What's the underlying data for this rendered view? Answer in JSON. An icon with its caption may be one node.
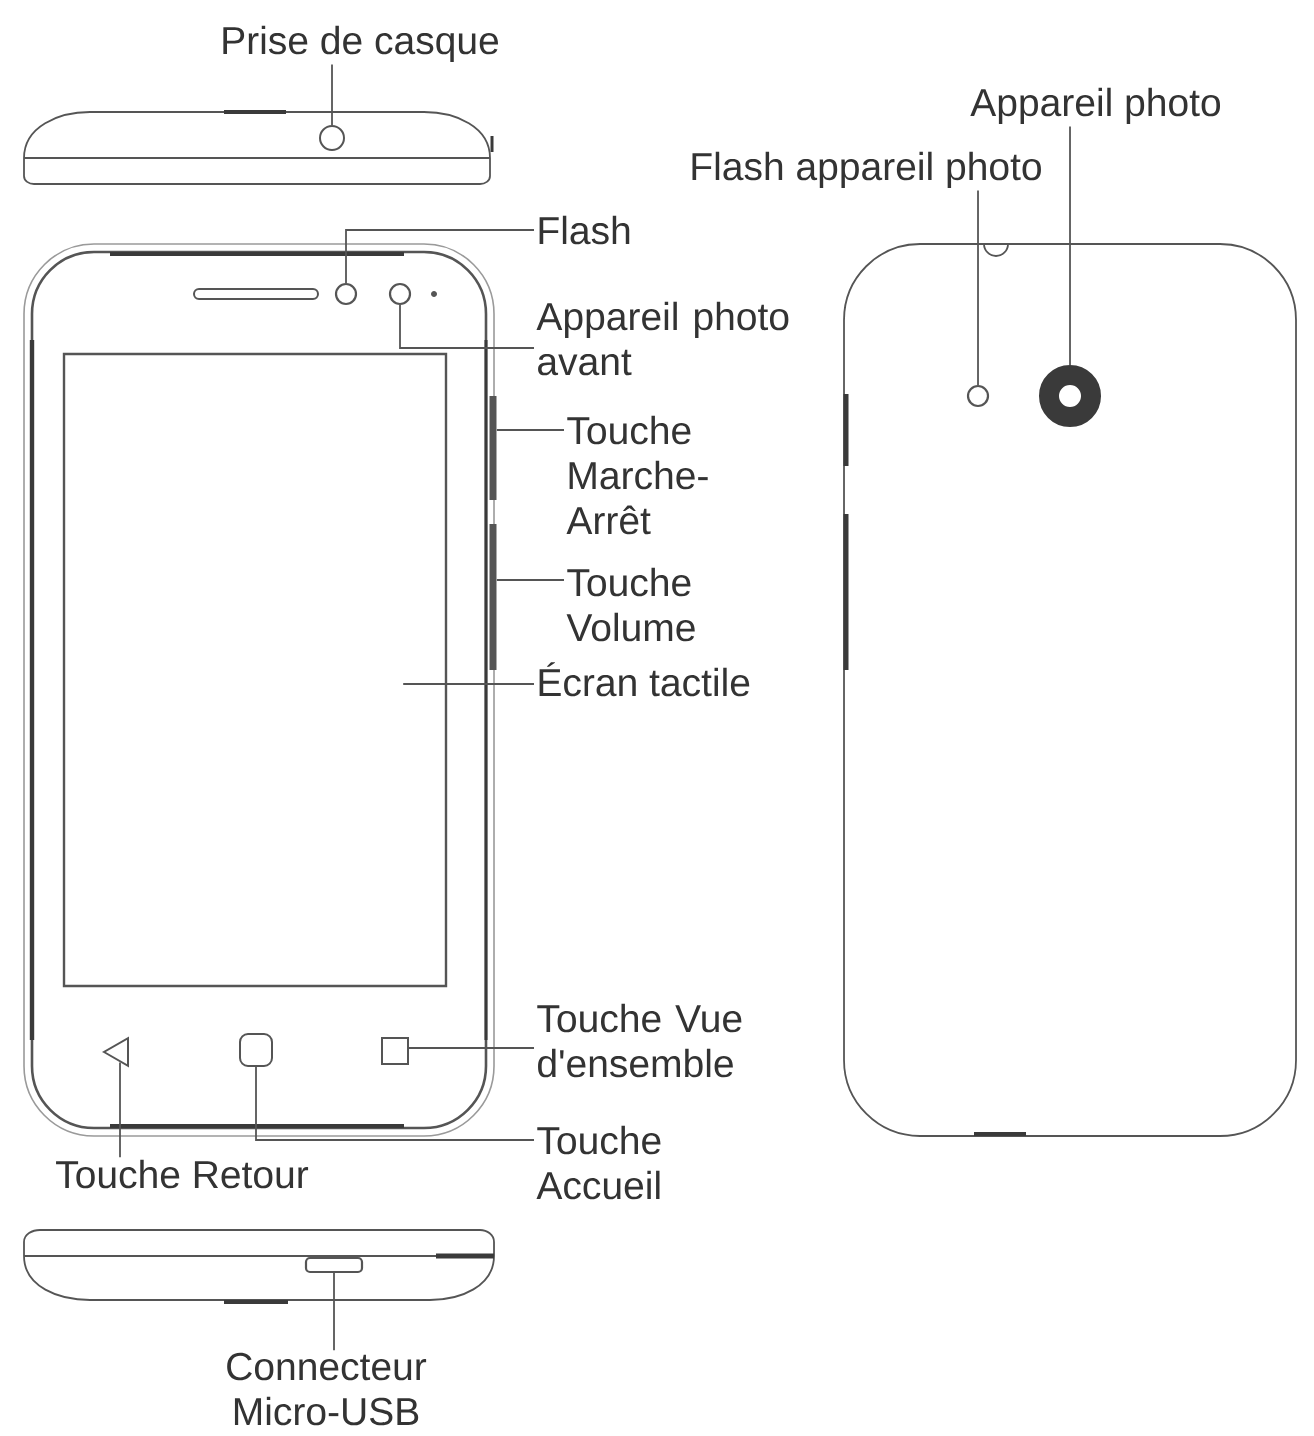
{
  "diagram": {
    "nodes": [
      {
        "text": [
          "Prise de casque"
        ]
      },
      {
        "text": [],
        "shape": "circle"
      },
      {
        "text": [
          "Appareil photo"
        ]
      },
      {
        "text": [],
        "shape": "circle"
      },
      {
        "text": [
          "Flash appareil photo"
        ]
      },
      {
        "text": [],
        "shape": "circle"
      },
      {
        "text": [
          "Flash"
        ]
      },
      {
        "text": [],
        "shape": "circle"
      },
      {
        "text": [
          "Appareil photo avant"
        ]
      },
      {
        "text": [],
        "shape": "circle"
      },
      {
        "text": [
          "Touche Marche-Arrêt"
        ]
      },
      {
        "text": [],
        "shape": "bar"
      },
      {
        "text": [
          "Touche Volume"
        ]
      },
      {
        "text": [],
        "shape": "bar"
      },
      {
        "text": [
          "Écran tactile"
        ]
      },
      {
        "text": [],
        "shape": "box"
      },
      {
        "text": [
          "Touche Vue d'ensemble"
        ]
      },
      {
        "text": [],
        "shape": "box"
      },
      {
        "text": [],
        "shape": "triangle"
      },
      {
        "text": [
          "Touche Retour"
        ]
      },
      {
        "text": [],
        "shape": "box"
      },
      {
        "text": [
          "Touche Accueil"
        ]
      },
      {
        "text": [],
        "shape": "box"
      },
      {
        "text": [
          "Connecteur Micro-USB"
        ]
      }
    ],
    "edges": [
      {
        "from": 0,
        "to": 1,
        "arrow": "none"
      },
      {
        "from": 2,
        "to": 3,
        "arrow": "none"
      },
      {
        "from": 4,
        "to": 5,
        "arrow": "none"
      },
      {
        "from": 6,
        "to": 7,
        "arrow": "none"
      },
      {
        "from": 8,
        "to": 9,
        "arrow": "none"
      },
      {
        "from": 10,
        "to": 11,
        "arrow": "none"
      },
      {
        "from": 12,
        "to": 13,
        "arrow": "none"
      },
      {
        "from": 14,
        "to": 15,
        "arrow": "none"
      },
      {
        "from": 16,
        "to": 17,
        "arrow": "none"
      },
      {
        "from": 19,
        "to": 18,
        "arrow": "none"
      },
      {
        "from": 21,
        "to": 20,
        "arrow": "none"
      },
      {
        "from": 23,
        "to": 22,
        "arrow": "none"
      }
    ]
  }
}
